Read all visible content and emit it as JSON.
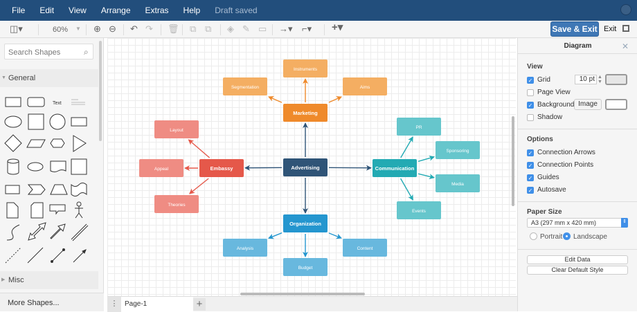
{
  "menu": {
    "items": [
      "File",
      "Edit",
      "View",
      "Arrange",
      "Extras",
      "Help"
    ],
    "status": "Draft saved"
  },
  "toolbar": {
    "zoom": "60%",
    "save_exit": "Save & Exit",
    "exit": "Exit"
  },
  "sidebar": {
    "search_placeholder": "Search Shapes",
    "general": "General",
    "misc": "Misc",
    "more_shapes": "More Shapes...",
    "text_shape": "Text"
  },
  "pages": {
    "current": "Page-1"
  },
  "panel": {
    "title": "Diagram",
    "view_heading": "View",
    "view": [
      {
        "label": "Grid",
        "checked": true
      },
      {
        "label": "Page View",
        "checked": false
      },
      {
        "label": "Background",
        "checked": true
      },
      {
        "label": "Shadow",
        "checked": false
      }
    ],
    "grid_size": "10 pt",
    "image_button": "Image",
    "options_heading": "Options",
    "options": [
      {
        "label": "Connection Arrows",
        "checked": true
      },
      {
        "label": "Connection Points",
        "checked": true
      },
      {
        "label": "Guides",
        "checked": true
      },
      {
        "label": "Autosave",
        "checked": true
      }
    ],
    "paper_heading": "Paper Size",
    "paper_size": "A3 (297 mm x 420 mm)",
    "portrait": "Portrait",
    "landscape": "Landscape",
    "orientation": "landscape",
    "edit_data": "Edit Data",
    "clear_style": "Clear Default Style"
  },
  "diagram": {
    "colors": {
      "center": "#2f5477",
      "marketing": "#ef8a2b",
      "marketing_child": "#f4ae62",
      "embassy": "#e5584a",
      "embassy_child": "#ef8c83",
      "communication": "#23aab3",
      "communication_child": "#66c6cc",
      "organization": "#2496cf",
      "organization_child": "#68b8de"
    },
    "nodes": {
      "advertising": "Advertising",
      "marketing": "Marketing",
      "instruments": "Instruments",
      "segmentation": "Segmentation",
      "aims": "Aims",
      "embassy": "Embassy",
      "layout": "Layout",
      "appeal": "Appeal",
      "theories": "Theories",
      "communication": "Communication",
      "pr": "PR",
      "sponsoring": "Sponsoring",
      "media": "Media",
      "events": "Events",
      "organization": "Organization",
      "analysis": "Analysis",
      "budget": "Budget",
      "content": "Content"
    },
    "edges": [
      [
        "advertising",
        "marketing"
      ],
      [
        "advertising",
        "embassy"
      ],
      [
        "advertising",
        "communication"
      ],
      [
        "advertising",
        "organization"
      ],
      [
        "marketing",
        "instruments"
      ],
      [
        "marketing",
        "segmentation"
      ],
      [
        "marketing",
        "aims"
      ],
      [
        "embassy",
        "layout"
      ],
      [
        "embassy",
        "appeal"
      ],
      [
        "embassy",
        "theories"
      ],
      [
        "communication",
        "pr"
      ],
      [
        "communication",
        "sponsoring"
      ],
      [
        "communication",
        "media"
      ],
      [
        "communication",
        "events"
      ],
      [
        "organization",
        "analysis"
      ],
      [
        "organization",
        "budget"
      ],
      [
        "organization",
        "content"
      ]
    ]
  }
}
